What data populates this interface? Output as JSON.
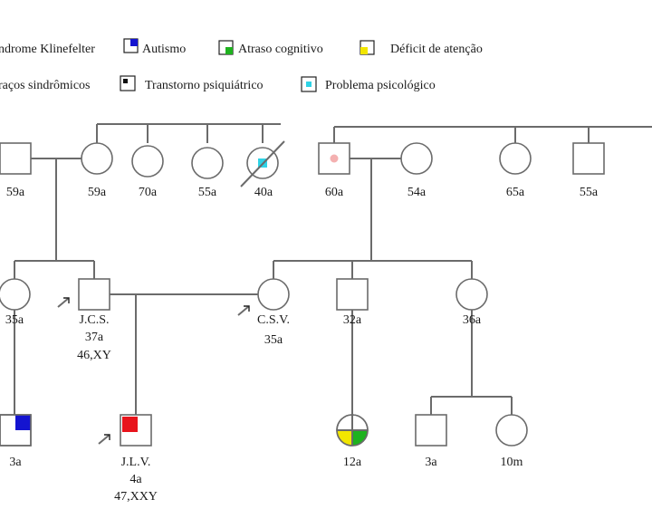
{
  "colors": {
    "klinefelter": "#e8141c",
    "autismo": "#1414d0",
    "atraso_cognitivo": "#1fb21f",
    "deficit_atencao": "#f2e600",
    "tracos_sindromicos": "#f4b0b0",
    "transtorno_psiquiatrico": "#111111",
    "problema_psicologico": "#2ed3e6",
    "line": "#6b6b6b"
  },
  "legend": {
    "klinefelter": "ndrome Klinefelter",
    "autismo": "Autismo",
    "atraso_cognitivo": "Atraso cognitivo",
    "deficit_atencao": "Déficit de atenção",
    "tracos_sindromicos": "raços sindrômicos",
    "transtorno_psiquiatrico": "Transtorno psiquiátrico",
    "problema_psicologico": "Problema psicológico"
  },
  "individuals": {
    "g1_m1": {
      "age": "59a"
    },
    "g1_f1": {
      "age": "59a"
    },
    "g1_f2": {
      "age": "70a"
    },
    "g1_f3": {
      "age": "55a"
    },
    "g1_f4": {
      "age": "40a"
    },
    "g1_m2": {
      "age": "60a"
    },
    "g1_f5": {
      "age": "54a"
    },
    "g1_f6": {
      "age": "65a"
    },
    "g1_m3": {
      "age": "55a"
    },
    "g2_f1": {
      "age": "35a"
    },
    "g2_jcs": {
      "name": "J.C.S.",
      "age": "37a",
      "karyotype": "46,XY"
    },
    "g2_csv": {
      "name": "C.S.V.",
      "age": "35a"
    },
    "g2_m2": {
      "age": "32a"
    },
    "g2_f3": {
      "age": "36a"
    },
    "g3_m1": {
      "age": "3a"
    },
    "g3_jlv": {
      "name": "J.L.V.",
      "age": "4a",
      "karyotype": "47,XXY"
    },
    "g3_f1": {
      "age": "12a"
    },
    "g3_m2": {
      "age": "3a"
    },
    "g3_f2": {
      "age": "10m"
    }
  }
}
